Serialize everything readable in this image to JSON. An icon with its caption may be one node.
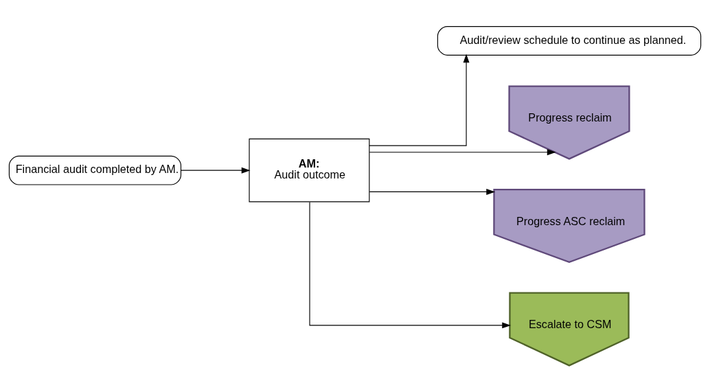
{
  "diagram": {
    "nodes": [
      {
        "text": [
          "Financial audit completed by AM."
        ]
      },
      {
        "text": [
          "AM:",
          "Audit outcome"
        ]
      },
      {
        "text": [
          "Audit/review schedule to continue as planned."
        ]
      },
      {
        "text": [
          "Progress reclaim"
        ]
      },
      {
        "text": [
          "Progress ASC reclaim"
        ]
      },
      {
        "text": [
          "Escalate to CSM"
        ]
      }
    ],
    "edges": [
      {
        "from": 0,
        "to": 1,
        "arrow": "to"
      },
      {
        "from": 1,
        "to": 2,
        "arrow": "to"
      },
      {
        "from": 1,
        "to": 3,
        "arrow": "to"
      },
      {
        "from": 1,
        "to": 4,
        "arrow": "to"
      },
      {
        "from": 1,
        "to": 5,
        "arrow": "to"
      }
    ]
  }
}
